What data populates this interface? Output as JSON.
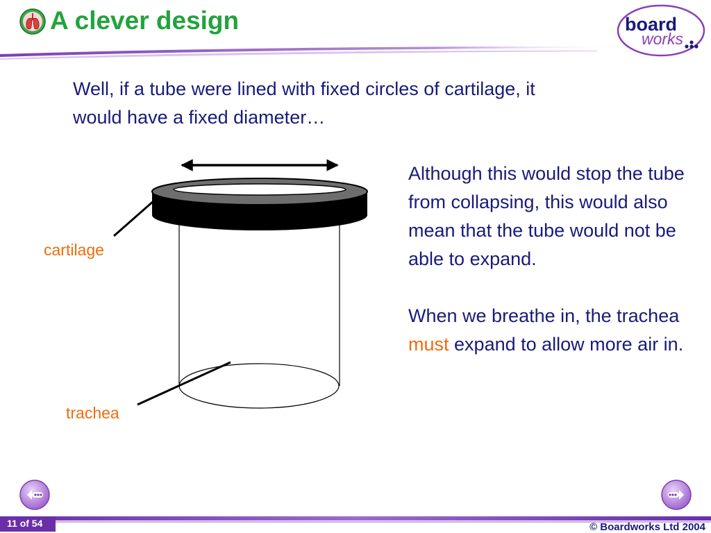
{
  "slide": {
    "title": "A clever design",
    "intro": "Well, if a tube were lined with fixed circles of cartilage, it would have a fixed diameter…",
    "paragraph_1": "Although this would stop the tube from collapsing, this would also mean that the tube would not be able to expand.",
    "paragraph_2": {
      "before": "When we breathe in, the trachea",
      "emphasis": "must",
      "after": "expand to allow more air in."
    }
  },
  "diagram": {
    "labels": {
      "cartilage": "cartilage",
      "trachea": "trachea"
    }
  },
  "logo": {
    "line_1": "board",
    "line_2": "works"
  },
  "footer": {
    "page_counter": "11 of 54",
    "copyright": "© Boardworks Ltd 2004"
  },
  "colors": {
    "title": "#22a33c",
    "body_text": "#1a1a7a",
    "emphasis": "#f06c0c",
    "accent_purple": "#8a3fb8",
    "button_purple": "#b07ad8"
  },
  "icons": {
    "title_icon": "lungs-icon",
    "prev_button_icon": "previous-arrow-icon",
    "next_button_icon": "next-arrow-icon"
  }
}
